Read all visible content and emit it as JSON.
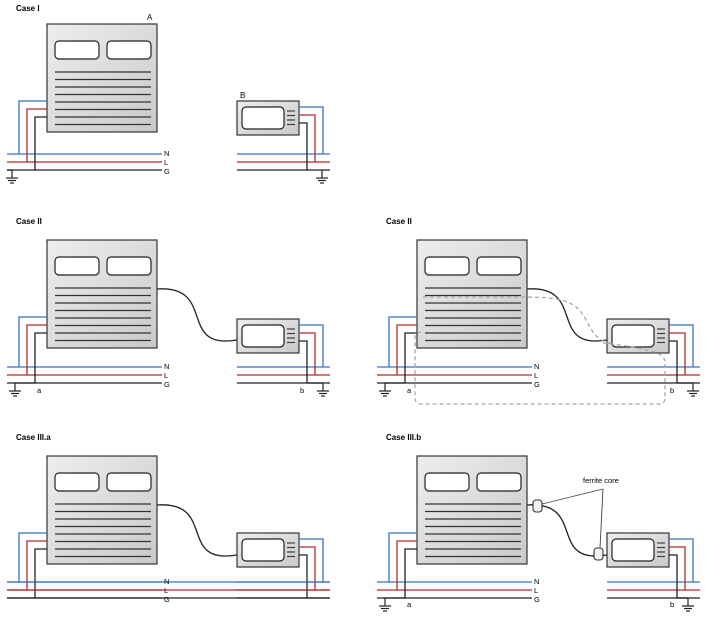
{
  "cases": {
    "case1": "Case I",
    "case2a": "Case II",
    "case2b": "Case II",
    "case3a": "Case III.a",
    "case3b": "Case III.b"
  },
  "devices": {
    "big": "A",
    "small": "B"
  },
  "wires": {
    "n": "N",
    "l": "L",
    "g": "G"
  },
  "ground_points": {
    "a": "a",
    "b": "b"
  },
  "annotation": "ferrite core",
  "colors": {
    "neutral": "#3a6fc4",
    "line": "#b22a2a",
    "ground": "#222222",
    "cabinet_fill": "#d9d9d9",
    "loop": "#a8a8a8"
  }
}
